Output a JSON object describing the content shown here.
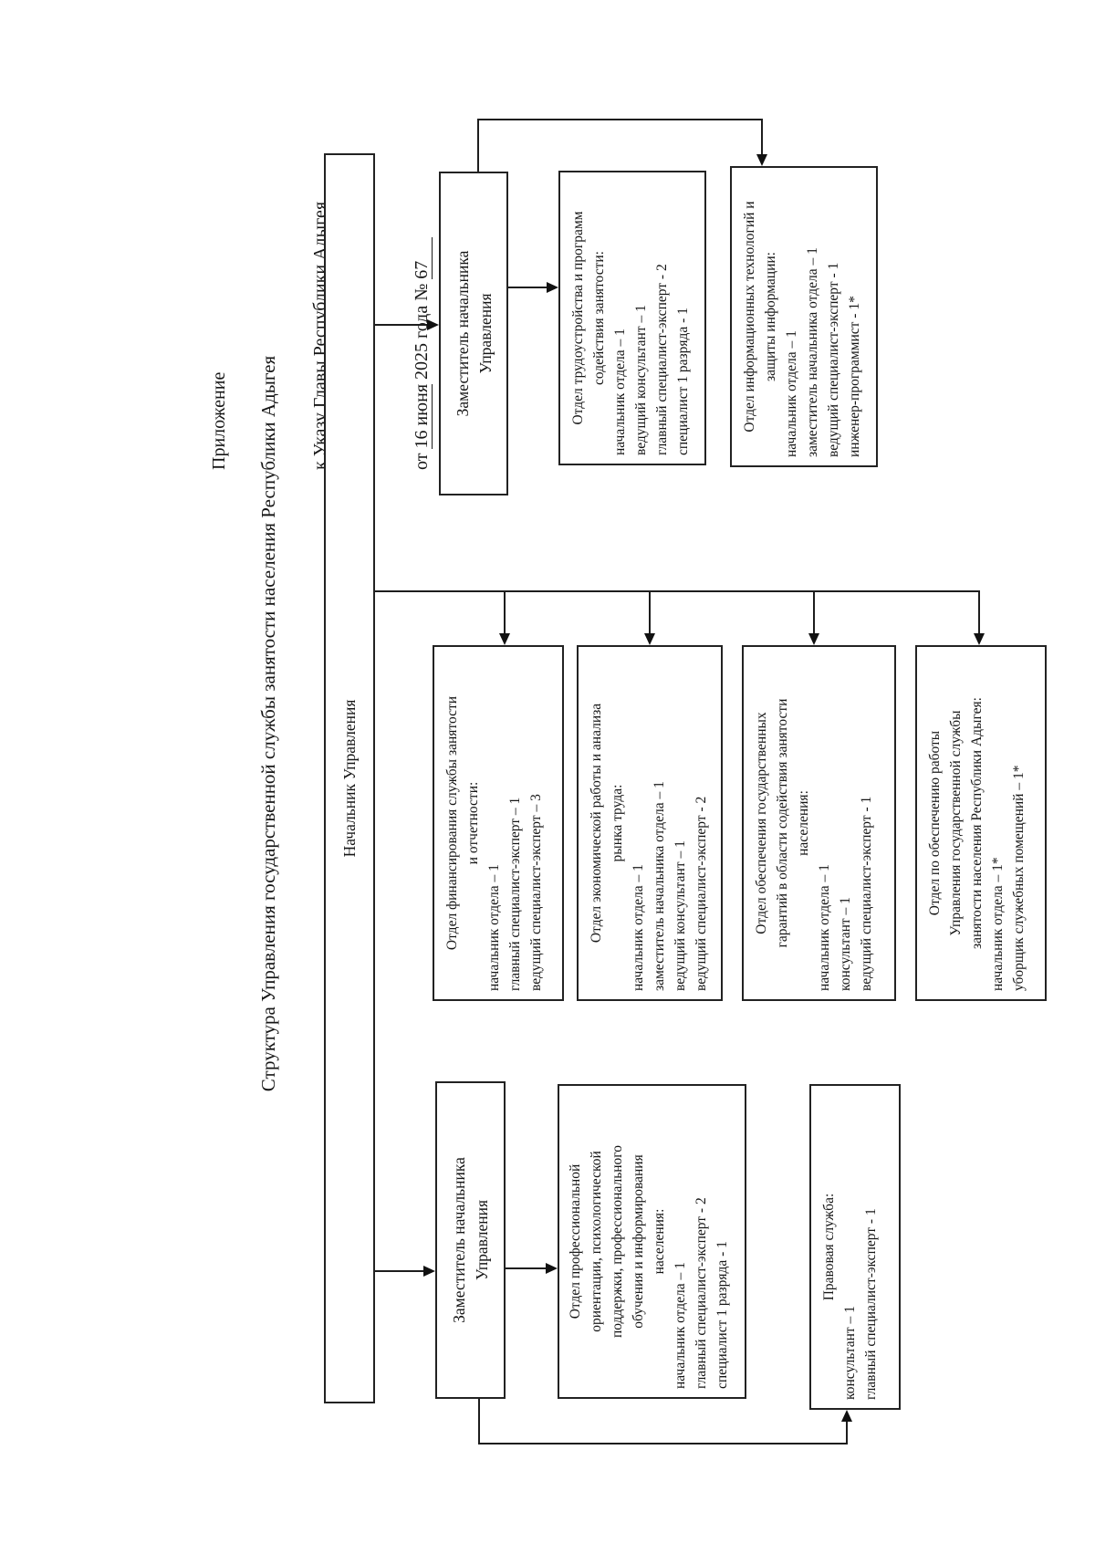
{
  "document": {
    "appendix_note": {
      "line1": "Приложение",
      "line2": "к Указу Главы Республики Адыгея",
      "line3_prefix": "от ",
      "line3_date": "16 июня",
      "line3_mid": " 2025 года № ",
      "line3_number": "67"
    },
    "title": "Структура Управления государственной службы занятости населения Республики Адыгея"
  },
  "chart": {
    "head": "Начальник Управления",
    "deputy_right": "Заместитель начальника\nУправления",
    "deputy_left": "Заместитель начальника\nУправления",
    "departments": {
      "trud": {
        "title": "Отдел трудоустройства и программ\nсодействия занятости:",
        "staff": "начальник отдела – 1\nведущий консультант – 1\nглавный специалист-эксперт - 2\nспециалист 1 разряда - 1"
      },
      "inf": {
        "title": "Отдел информационных технологий и\nзащиты информации:",
        "staff": "начальник отдела – 1\nзаместитель начальника отдела – 1\nведущий специалист-эксперт - 1\nинженер-программист - 1*"
      },
      "fin": {
        "title": "Отдел финансирования службы занятости\nи отчетности:",
        "staff": "начальник отдела – 1\nглавный специалист-эксперт – 1\nведущий специалист-эксперт – 3"
      },
      "ekon": {
        "title": "Отдел экономической работы и анализа\nрынка труда:",
        "staff": "начальник отдела – 1\nзаместитель начальника отдела – 1\nведущий консультант – 1\nведущий специалист-эксперт - 2"
      },
      "garant": {
        "title": "Отдел обеспечения государственных\nгарантий в области содействия занятости\nнаселения:",
        "staff": "начальник отдела – 1\nконсультант – 1\nведущий специалист-эксперт - 1"
      },
      "obesp": {
        "title": "Отдел по обеспечению работы\nУправления государственной службы\nзанятости населения Республики Адыгея:",
        "staff": "начальник отдела – 1*\nуборщик служебных помещений – 1*"
      },
      "prof": {
        "title": "Отдел профессиональной\nориентации, психологической\nподдержки, профессионального\nобучения и информирования\nнаселения:",
        "staff": "начальник отдела – 1\nглавный специалист-эксперт - 2\nспециалист 1 разряда - 1"
      },
      "prav": {
        "title": "Правовая служба:",
        "staff": "консультант – 1\nглавный специалист-эксперт - 1"
      }
    }
  }
}
